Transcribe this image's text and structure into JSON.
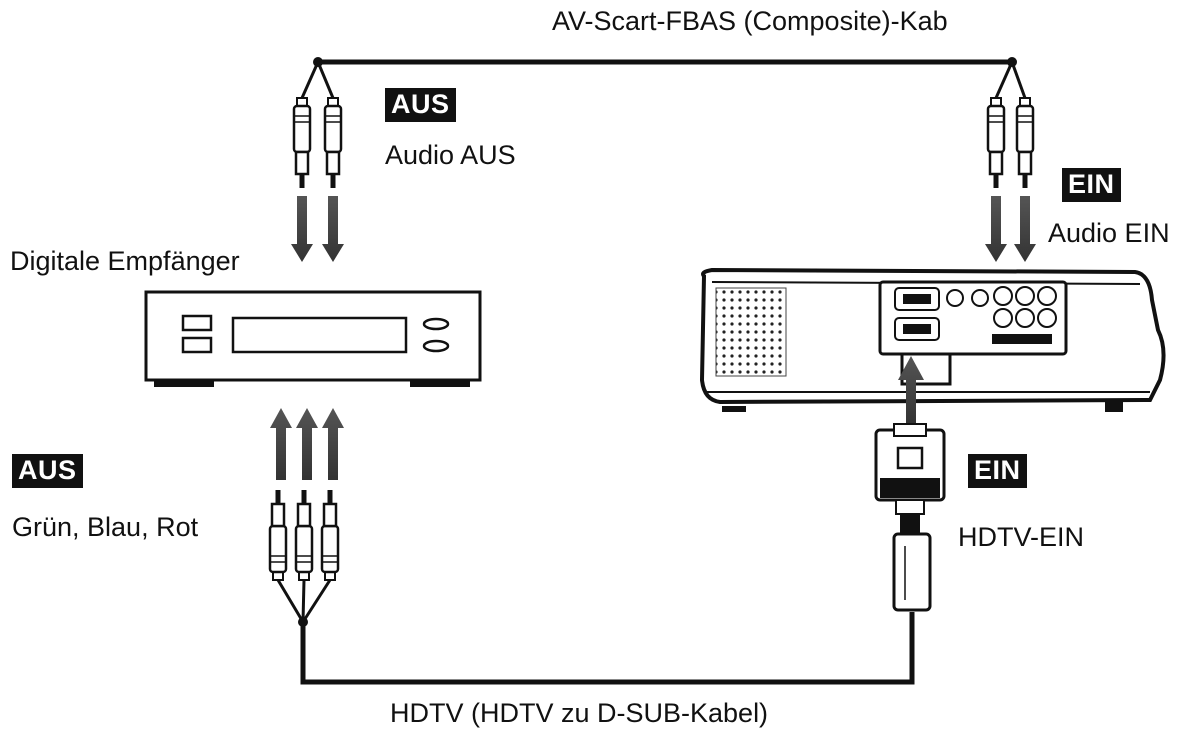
{
  "diagram": {
    "top_cable_label": "AV-Scart-FBAS (Composite)-Kab",
    "bottom_cable_label": "HDTV (HDTV zu D-SUB-Kabel)",
    "receiver": {
      "name": "Digitale Empfänger",
      "audio_badge": "AUS",
      "audio_label": "Audio AUS",
      "video_badge": "AUS",
      "video_label": "Grün, Blau, Rot"
    },
    "projector": {
      "audio_badge": "EIN",
      "audio_label": "Audio EIN",
      "hdtv_badge": "EIN",
      "hdtv_label": "HDTV-EIN"
    }
  }
}
